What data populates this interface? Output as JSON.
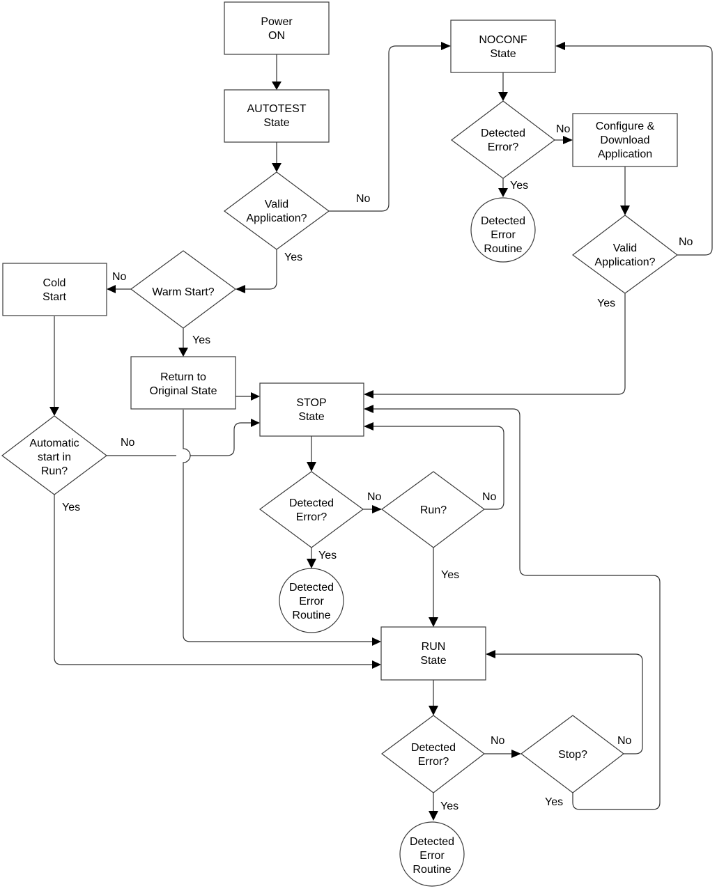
{
  "nodes": {
    "power_on": [
      "Power",
      "ON"
    ],
    "autotest": [
      "AUTOTEST",
      "State"
    ],
    "valid_app_1": [
      "Valid",
      "Application?"
    ],
    "warm_start": [
      "Warm Start?"
    ],
    "cold_start": [
      "Cold",
      "Start"
    ],
    "return_original": [
      "Return to",
      "Original State"
    ],
    "auto_start_run": [
      "Automatic",
      "start in",
      "Run?"
    ],
    "noconf": [
      "NOCONF",
      "State"
    ],
    "detected_error_noconf": [
      "Detected",
      "Error?"
    ],
    "configure_download": [
      "Configure &",
      "Download",
      "Application"
    ],
    "error_routine_noconf": [
      "Detected",
      "Error",
      "Routine"
    ],
    "valid_app_2": [
      "Valid",
      "Application?"
    ],
    "stop_state": [
      "STOP",
      "State"
    ],
    "detected_error_stop": [
      "Detected",
      "Error?"
    ],
    "run_question": [
      "Run?"
    ],
    "error_routine_stop": [
      "Detected",
      "Error",
      "Routine"
    ],
    "run_state": [
      "RUN",
      "State"
    ],
    "detected_error_run": [
      "Detected",
      "Error?"
    ],
    "stop_question": [
      "Stop?"
    ],
    "error_routine_run": [
      "Detected",
      "Error",
      "Routine"
    ]
  },
  "edge_labels": {
    "valid_app_1_no": "No",
    "valid_app_1_yes": "Yes",
    "warm_start_no": "No",
    "warm_start_yes": "Yes",
    "auto_start_no": "No",
    "auto_start_yes": "Yes",
    "noconf_error_no": "No",
    "noconf_error_yes": "Yes",
    "valid_app_2_no": "No",
    "valid_app_2_yes": "Yes",
    "stop_error_no": "No",
    "stop_error_yes": "Yes",
    "run_q_no": "No",
    "run_q_yes": "Yes",
    "run_error_no": "No",
    "run_error_yes": "Yes",
    "stop_q_no": "No",
    "stop_q_yes": "Yes"
  }
}
